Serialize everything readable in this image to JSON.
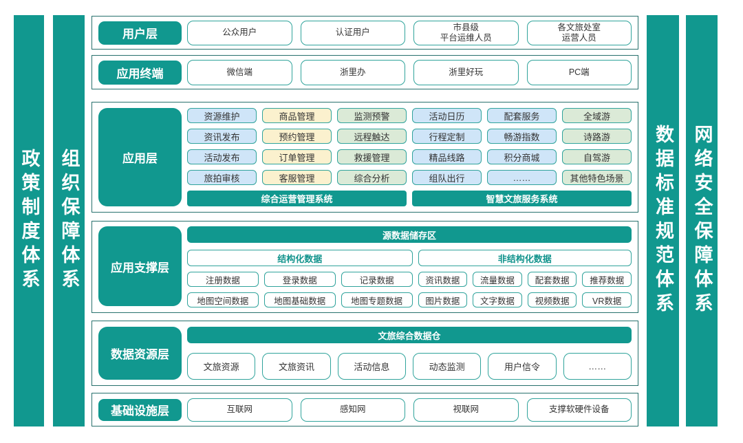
{
  "colors": {
    "teal": "#11988F",
    "frame_border": "#26706C",
    "chip_border": "#2FA39B",
    "chip_blue": "#CFE5F8",
    "chip_yellow": "#FBF1CE",
    "chip_green": "#DBEAD7",
    "text_dark": "#333333"
  },
  "side_bars": {
    "left": [
      {
        "label": "政策制度体系"
      },
      {
        "label": "组织保障体系"
      }
    ],
    "right": [
      {
        "label": "数据标准规范体系"
      },
      {
        "label": "网络安全保障体系"
      }
    ]
  },
  "user_layer": {
    "label": "用户层",
    "items": [
      "公众用户",
      "认证用户",
      "市县级\n平台运维人员",
      "各文旅处室\n运营人员"
    ]
  },
  "terminal_layer": {
    "label": "应用终端",
    "items": [
      "微信端",
      "浙里办",
      "浙里好玩",
      "PC端"
    ]
  },
  "application_layer": {
    "label": "应用层",
    "columns": [
      {
        "style": "blue",
        "items": [
          "资源维护",
          "资讯发布",
          "活动发布",
          "旅拍审核"
        ]
      },
      {
        "style": "yellow",
        "items": [
          "商品管理",
          "预约管理",
          "订单管理",
          "客服管理"
        ]
      },
      {
        "style": "green",
        "items": [
          "监测预警",
          "远程触达",
          "救援管理",
          "综合分析"
        ]
      },
      {
        "style": "blue",
        "items": [
          "活动日历",
          "行程定制",
          "精品线路",
          "组队出行"
        ]
      },
      {
        "style": "blue",
        "items": [
          "配套服务",
          "畅游指数",
          "积分商城",
          "……"
        ]
      },
      {
        "style": "green",
        "items": [
          "全域游",
          "诗路游",
          "自驾游",
          "其他特色场景"
        ]
      }
    ],
    "systems": [
      "综合运营管理系统",
      "智慧文旅服务系统"
    ]
  },
  "support_layer": {
    "label": "应用支撑层",
    "banner": "源数据储存区",
    "structured": {
      "header": "结构化数据",
      "row1": [
        "注册数据",
        "登录数据",
        "记录数据"
      ],
      "row2": [
        "地图空间数据",
        "地图基础数据",
        "地图专题数据"
      ]
    },
    "unstructured": {
      "header": "非结构化数据",
      "row1": [
        "资讯数据",
        "流量数据",
        "配套数据",
        "推荐数据"
      ],
      "row2": [
        "图片数据",
        "文字数据",
        "视频数据",
        "VR数据"
      ]
    }
  },
  "resource_layer": {
    "label": "数据资源层",
    "banner": "文旅综合数据仓",
    "items": [
      "文旅资源",
      "文旅资讯",
      "活动信息",
      "动态监测",
      "用户信令",
      "……"
    ]
  },
  "infrastructure_layer": {
    "label": "基础设施层",
    "items": [
      "互联网",
      "感知网",
      "视联网",
      "支撑软硬件设备"
    ]
  }
}
